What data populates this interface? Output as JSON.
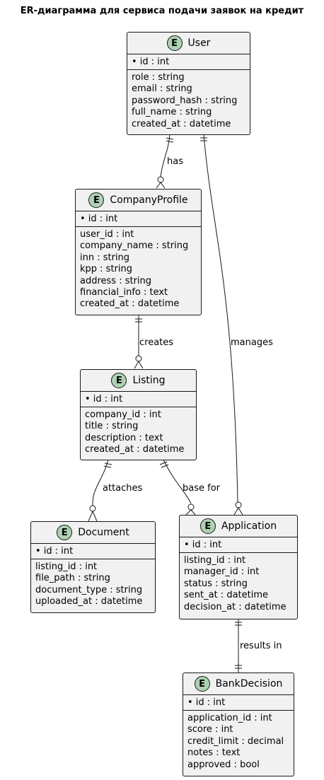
{
  "title": "ER-диаграмма для сервиса подачи заявок на кредит",
  "badge": "E",
  "entities": {
    "user": {
      "name": "User",
      "pk": "• id : int",
      "attrs": [
        "role : string",
        "email : string",
        "password_hash : string",
        "full_name : string",
        "created_at : datetime"
      ]
    },
    "company_profile": {
      "name": "CompanyProfile",
      "pk": "• id : int",
      "attrs": [
        "user_id : int",
        "company_name : string",
        "inn : string",
        "kpp : string",
        "address : string",
        "financial_info : text",
        "created_at : datetime"
      ]
    },
    "listing": {
      "name": "Listing",
      "pk": "• id : int",
      "attrs": [
        "company_id : int",
        "title : string",
        "description : text",
        "created_at : datetime"
      ]
    },
    "document": {
      "name": "Document",
      "pk": "• id : int",
      "attrs": [
        "listing_id : int",
        "file_path : string",
        "document_type : string",
        "uploaded_at : datetime"
      ]
    },
    "application": {
      "name": "Application",
      "pk": "• id : int",
      "attrs": [
        "listing_id : int",
        "manager_id : int",
        "status : string",
        "sent_at : datetime",
        "decision_at : datetime"
      ]
    },
    "bank_decision": {
      "name": "BankDecision",
      "pk": "• id : int",
      "attrs": [
        "application_id : int",
        "score : int",
        "credit_limit : decimal",
        "notes : text",
        "approved : bool"
      ]
    }
  },
  "relations": {
    "has": "has",
    "creates": "creates",
    "manages": "manages",
    "attaches": "attaches",
    "base_for": "base for",
    "results_in": "results in"
  }
}
